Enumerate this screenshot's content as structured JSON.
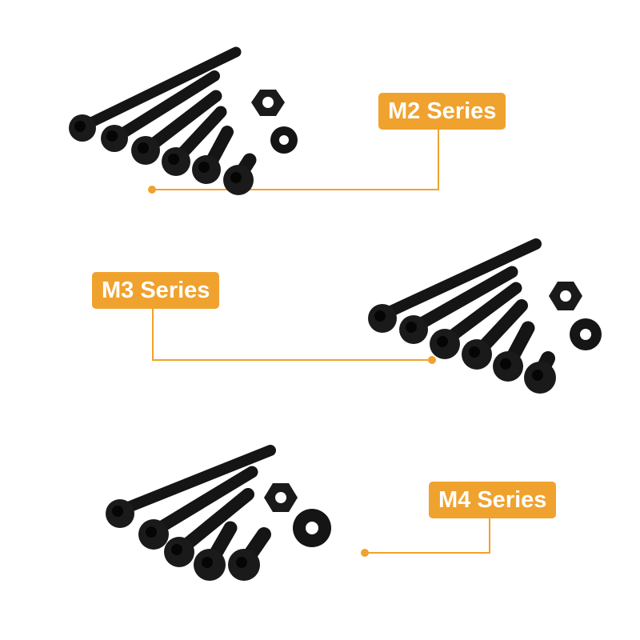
{
  "labels": [
    {
      "text": "M2 Series"
    },
    {
      "text": "M3 Series"
    },
    {
      "text": "M4 Series"
    }
  ],
  "colors": {
    "accent": "#F0A22E",
    "hardware": "#141414",
    "background": "#FFFFFF"
  },
  "groups": [
    {
      "series": "M2",
      "screw_count": 6,
      "nuts": 1,
      "washers": 1
    },
    {
      "series": "M3",
      "screw_count": 6,
      "nuts": 1,
      "washers": 1
    },
    {
      "series": "M4",
      "screw_count": 5,
      "nuts": 1,
      "washers": 1
    }
  ]
}
